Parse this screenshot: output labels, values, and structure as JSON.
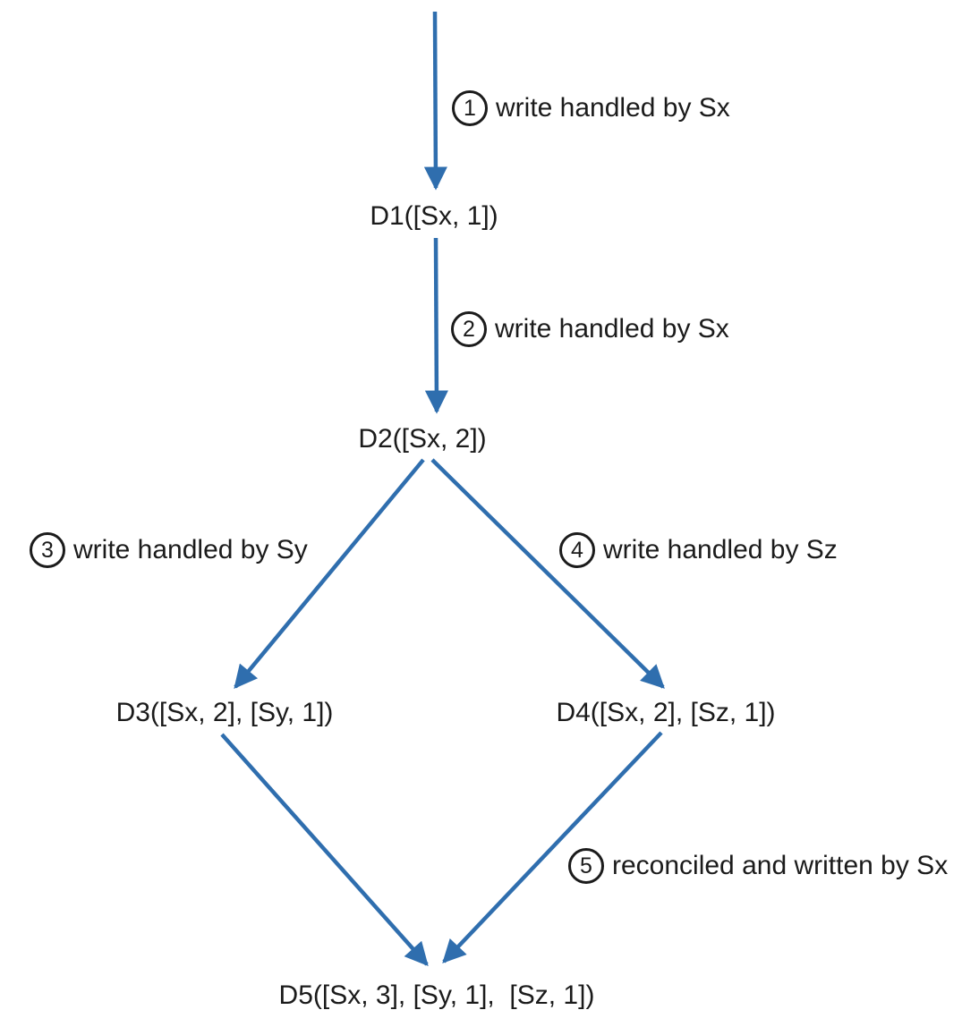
{
  "diagram": {
    "colors": {
      "arrow": "#2F6EAE",
      "text": "#1B1B1B"
    },
    "nodes": [
      {
        "label": "D1([Sx, 1])"
      },
      {
        "label": "D2([Sx, 2])"
      },
      {
        "label": "D3([Sx, 2], [Sy, 1])"
      },
      {
        "label": "D4([Sx, 2], [Sz, 1])"
      },
      {
        "label": "D5([Sx, 3], [Sy, 1],  [Sz, 1])"
      }
    ],
    "steps": [
      {
        "num": "1",
        "label": "write handled by Sx"
      },
      {
        "num": "2",
        "label": "write handled by Sx"
      },
      {
        "num": "3",
        "label": "write handled by Sy"
      },
      {
        "num": "4",
        "label": "write handled by Sz"
      },
      {
        "num": "5",
        "label": "reconciled and written by Sx"
      }
    ]
  }
}
